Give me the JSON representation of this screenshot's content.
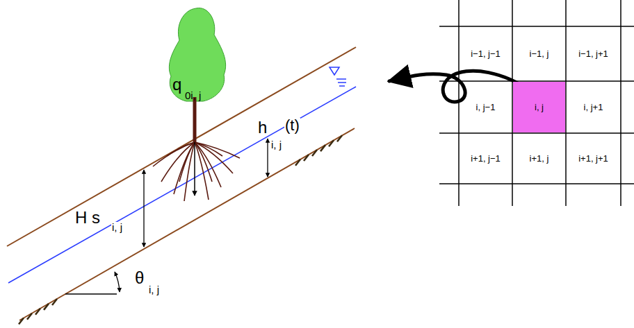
{
  "diagram": {
    "nodes": [
      {
        "text": [
          "i−1, j−1"
        ]
      },
      {
        "text": [
          "i−1, j"
        ]
      },
      {
        "text": [
          "i−1, j+1"
        ]
      },
      {
        "text": [
          "i, j−1"
        ]
      },
      {
        "text": [
          "i, j"
        ]
      },
      {
        "text": [
          "i, j+1"
        ]
      },
      {
        "text": [
          "i+1, j−1"
        ]
      },
      {
        "text": [
          "i+1, j"
        ]
      },
      {
        "text": [
          "i+1, j+1"
        ]
      }
    ],
    "labels": [
      "q",
      "0i, j",
      "h",
      "i, j",
      "(t)",
      "H s",
      "i, j",
      "θ",
      "i, j"
    ]
  }
}
